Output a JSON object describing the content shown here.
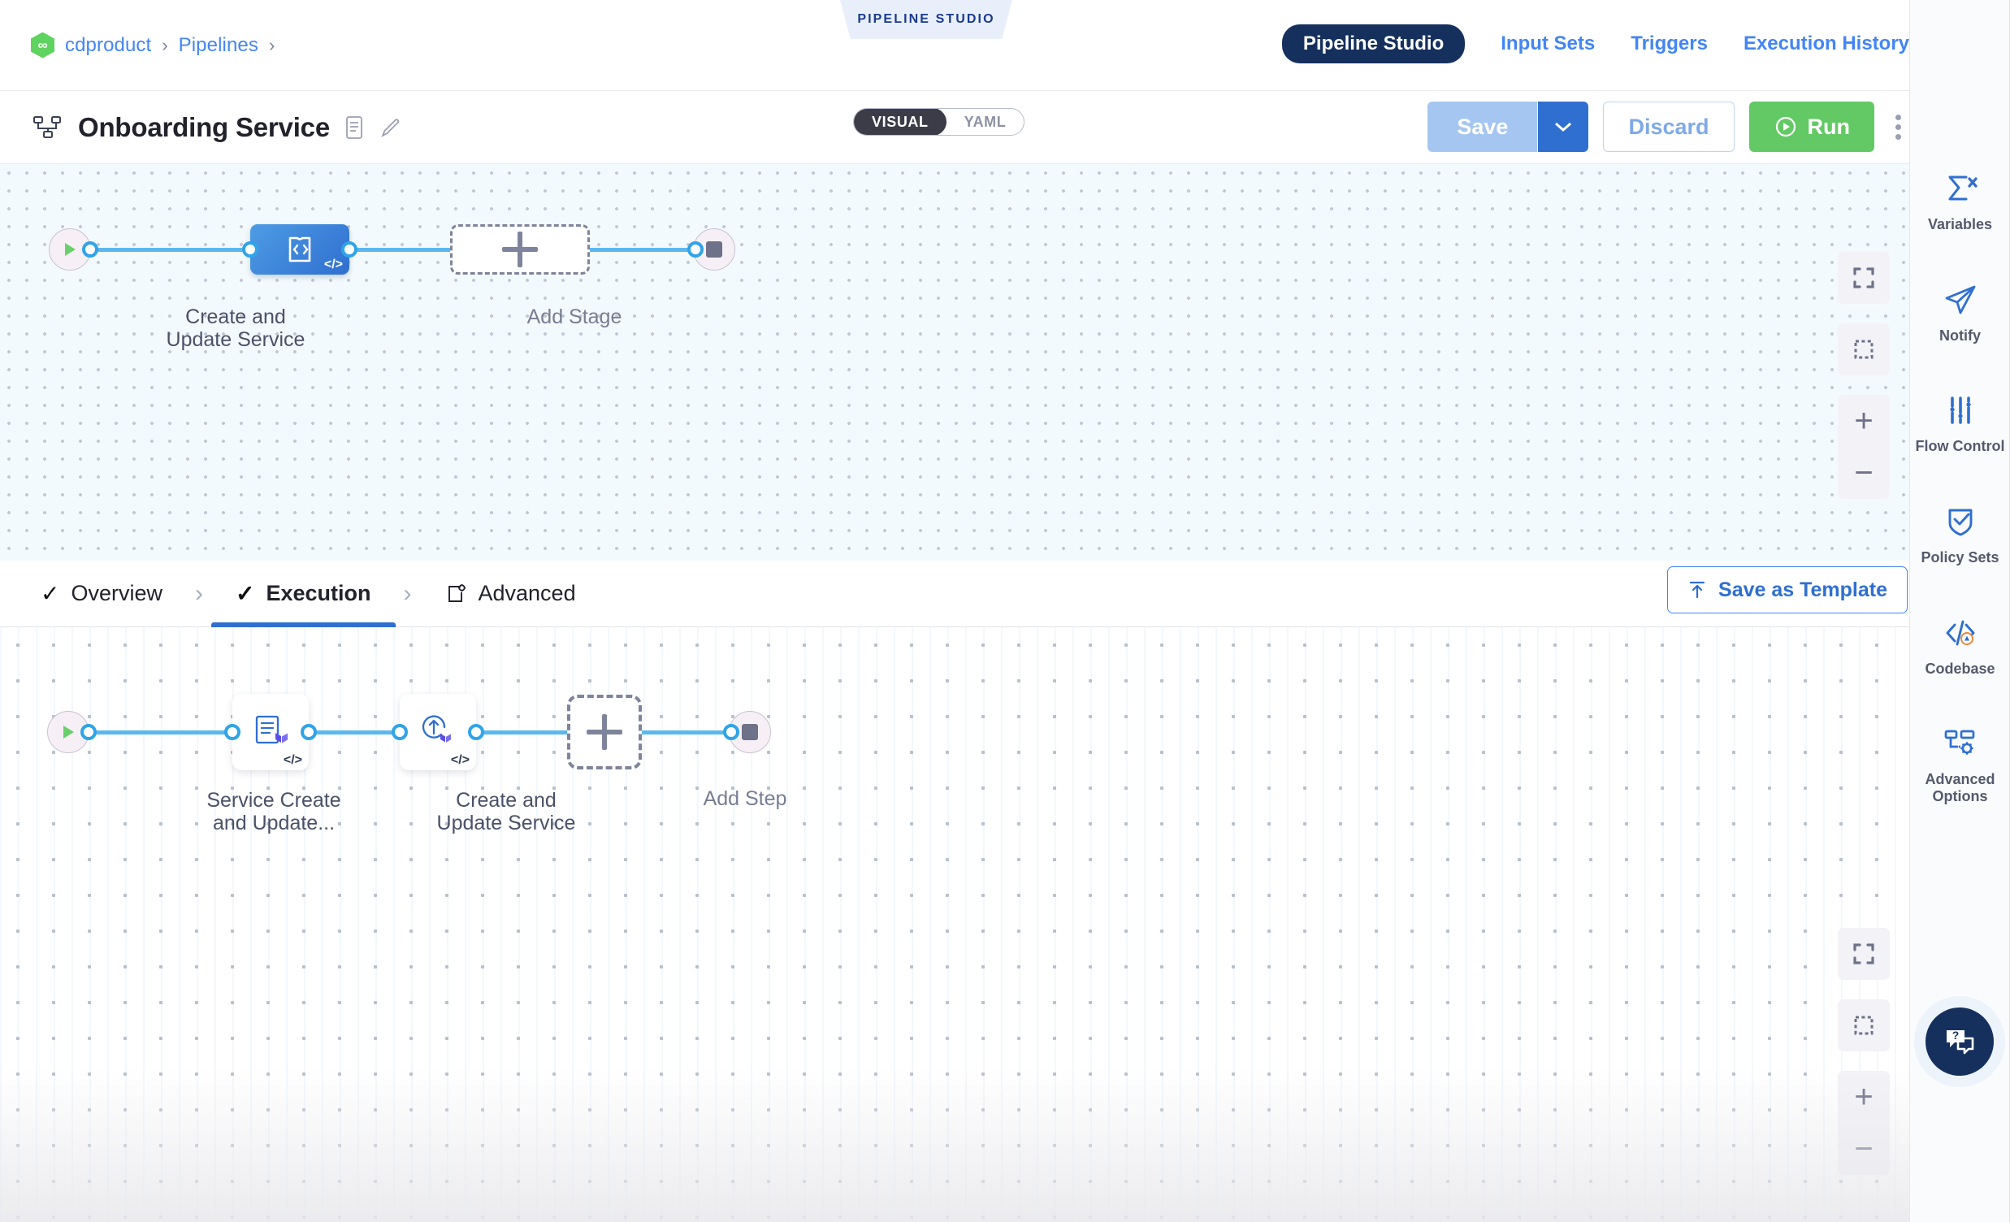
{
  "breadcrumb": {
    "items": [
      {
        "label": "cdproduct"
      },
      {
        "label": "Pipelines"
      }
    ],
    "separator": "›"
  },
  "studio_tag": {
    "label": "PIPELINE STUDIO"
  },
  "top_nav": {
    "items": [
      {
        "label": "Pipeline Studio",
        "active": true
      },
      {
        "label": "Input Sets",
        "active": false
      },
      {
        "label": "Triggers",
        "active": false
      },
      {
        "label": "Execution History",
        "active": false
      }
    ]
  },
  "title_bar": {
    "title": "Onboarding Service",
    "pipeline_icon": "pipeline-hierarchy-icon",
    "description_icon": "description-icon",
    "edit_icon": "pencil-edit-icon"
  },
  "view_toggle": {
    "options": [
      {
        "label": "VISUAL",
        "active": true
      },
      {
        "label": "YAML",
        "active": false
      }
    ]
  },
  "actions": {
    "save_label": "Save",
    "save_caret_icon": "chevron-down-icon",
    "discard_label": "Discard",
    "run_label": "Run",
    "run_icon": "play-circle-icon",
    "more_icon": "kebab-menu-icon"
  },
  "stage_canvas": {
    "start_node": {
      "name": "start-node",
      "icon": "play-triangle-icon"
    },
    "stage": {
      "label_line1": "Create and",
      "label_line2": "Update Service",
      "icon": "custom-stage-code-icon",
      "template_badge": "</>"
    },
    "add_stage": {
      "label": "Add Stage",
      "icon": "plus-icon"
    },
    "end_node": {
      "name": "end-node",
      "icon": "stop-square-icon"
    },
    "controls": [
      {
        "name": "fit-to-screen-button",
        "icon": "fit-screen-icon"
      },
      {
        "name": "selection-box-button",
        "icon": "dashed-square-icon"
      },
      {
        "name": "zoom-in-button",
        "icon": "plus-icon",
        "glyph": "+"
      },
      {
        "name": "zoom-out-button",
        "icon": "minus-icon",
        "glyph": "−"
      }
    ]
  },
  "tab_strip": {
    "tabs": [
      {
        "label": "Overview",
        "active": false,
        "check": "✓",
        "icon": null
      },
      {
        "label": "Execution",
        "active": true,
        "check": "✓",
        "icon": null
      },
      {
        "label": "Advanced",
        "active": false,
        "check": null,
        "icon": "advanced-gear-doc-icon"
      }
    ],
    "separator": "›",
    "save_as_template_label": "Save as Template",
    "save_as_template_icon": "save-template-upload-icon"
  },
  "step_canvas": {
    "start_node": {
      "name": "start-node",
      "icon": "play-triangle-icon"
    },
    "steps": [
      {
        "label_line1": "Service Create",
        "label_line2": "and Update...",
        "icon": "terraform-plan-document-icon",
        "template_badge": "</>"
      },
      {
        "label_line1": "Create and",
        "label_line2": "Update Service",
        "icon": "terraform-apply-rollback-icon",
        "template_badge": "</>"
      }
    ],
    "add_step": {
      "label": "Add Step",
      "icon": "plus-icon"
    },
    "end_node": {
      "name": "end-node",
      "icon": "stop-square-icon"
    },
    "controls": [
      {
        "name": "fit-to-screen-button",
        "icon": "fit-screen-icon"
      },
      {
        "name": "selection-box-button",
        "icon": "dashed-square-icon"
      },
      {
        "name": "zoom-in-button",
        "icon": "plus-icon",
        "glyph": "+"
      },
      {
        "name": "zoom-out-button",
        "icon": "minus-icon",
        "glyph": "−"
      }
    ]
  },
  "sidebar": {
    "items": [
      {
        "label": "Variables",
        "icon": "sigma-variables-icon"
      },
      {
        "label": "Notify",
        "icon": "paper-plane-icon"
      },
      {
        "label": "Flow Control",
        "icon": "sliders-icon"
      },
      {
        "label": "Policy Sets",
        "icon": "shield-check-icon"
      },
      {
        "label": "Codebase",
        "icon": "code-warning-icon"
      },
      {
        "label": "Advanced Options",
        "icon": "advanced-options-icon"
      }
    ],
    "help_button": {
      "name": "help-button",
      "icon": "help-chat-icon",
      "glyph": "?"
    }
  },
  "colors": {
    "accent_blue": "#2f6fd0",
    "link_blue": "#4385f5",
    "nav_active_navy": "#16305e",
    "run_green": "#63c965",
    "logo_green": "#5fd35f",
    "connector_blue": "#5bb8ef",
    "port_blue": "#30a4e8",
    "canvas_top_bg": "#f3fafd",
    "terraform_purple": "#5c4ee5",
    "warning_orange": "#e8883a"
  }
}
